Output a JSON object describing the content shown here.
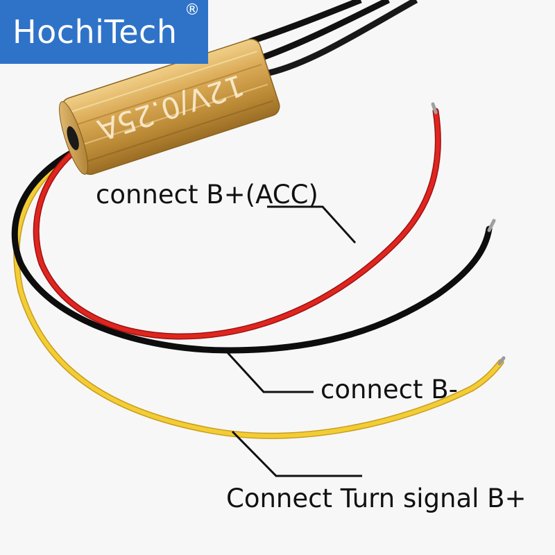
{
  "brand": {
    "name": "HochiTech",
    "mark": "®",
    "color": "#2f73c8"
  },
  "device": {
    "spec": "12V/0.25A",
    "housing_color": "#d9a955"
  },
  "wires": [
    {
      "color": "red",
      "hex": "#d81e1e"
    },
    {
      "color": "black",
      "hex": "#151515"
    },
    {
      "color": "yellow",
      "hex": "#f0c52a"
    }
  ],
  "labels": {
    "acc": "connect B+(ACC)",
    "ground": "connect B-",
    "turn": "Connect Turn signal B+"
  }
}
